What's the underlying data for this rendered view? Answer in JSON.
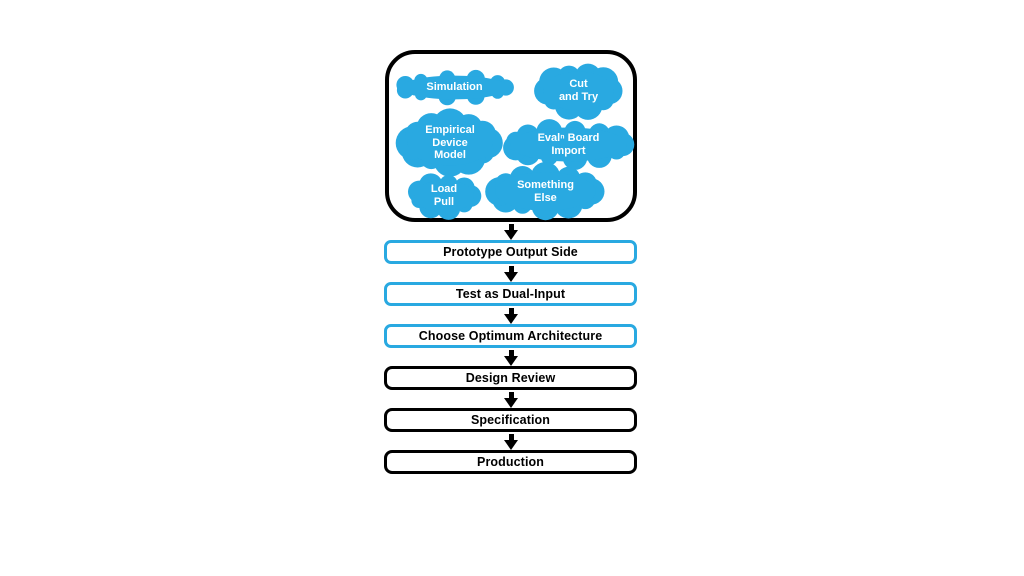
{
  "colors": {
    "cloud_blue": "#29A9E1",
    "outline_black": "#000000",
    "cloud_text_white": "#FFFFFF",
    "background": "#FFFFFF"
  },
  "input_methods": {
    "clouds": [
      {
        "label": "Simulation",
        "text": "Simulation"
      },
      {
        "label": "Cut and Try",
        "text": "Cut\nand Try"
      },
      {
        "label": "Empirical Device Model",
        "text": "Empirical\nDevice\nModel"
      },
      {
        "label": "Evalⁿ Board Import",
        "text": "Evalⁿ Board\nImport"
      },
      {
        "label": "Load Pull",
        "text": "Load\nPull"
      },
      {
        "label": "Something Else",
        "text": "Something\nElse"
      }
    ]
  },
  "flow": {
    "steps": [
      {
        "label": "Prototype Output Side",
        "style": "blue"
      },
      {
        "label": "Test as Dual-Input",
        "style": "blue"
      },
      {
        "label": "Choose Optimum Architecture",
        "style": "blue"
      },
      {
        "label": "Design Review",
        "style": "black"
      },
      {
        "label": "Specification",
        "style": "black"
      },
      {
        "label": "Production",
        "style": "black"
      }
    ]
  }
}
